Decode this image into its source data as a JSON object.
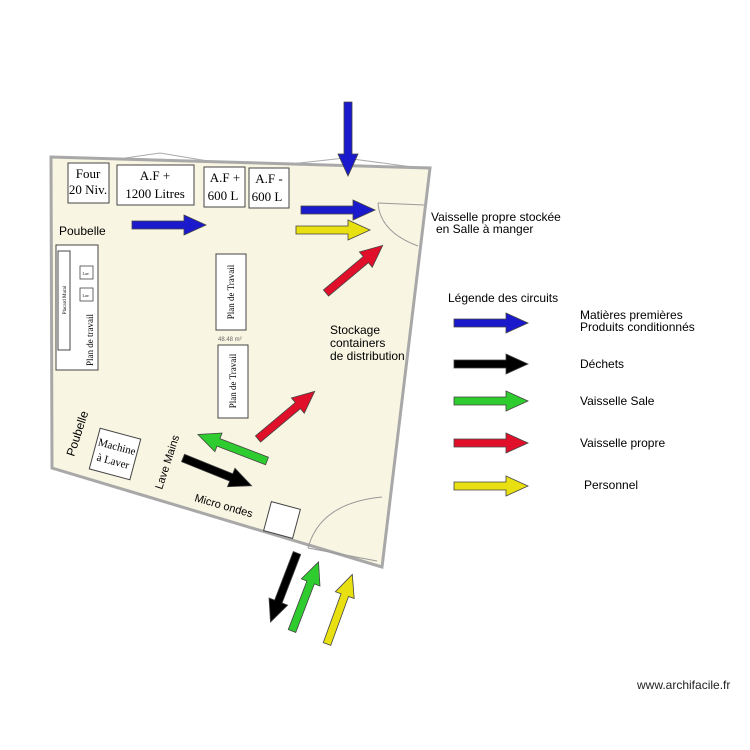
{
  "labels": {
    "four": [
      "Four",
      "20 Niv."
    ],
    "af1200": [
      "A.F +",
      "1200 Litres"
    ],
    "af600a": [
      "A.F +",
      "600 L"
    ],
    "af600b": [
      "A.F -",
      "600 L"
    ],
    "poubelle_top": "Poubelle",
    "placard": "Placard Mural",
    "plan_de_travail_left": "Plan de travail",
    "lave_small": "Lav.",
    "plan_de_travail_1": "Plan de Travail",
    "plan_de_travail_2": "Plan de Travail",
    "surface": "48.48 m²",
    "stockage": [
      "Stockage",
      "containers",
      "de distribution"
    ],
    "poubelle_bottom": "Poubelle",
    "machine": [
      "Machine",
      "à Laver"
    ],
    "lave_mains": "Lave Mains",
    "micro_ondes": "Micro ondes",
    "vaisselle_stockee": [
      "Vaisselle propre stockée",
      "en Salle à manger"
    ]
  },
  "legend": {
    "title": "Légende des circuits",
    "items": [
      {
        "label": [
          "Matières premières",
          "Produits conditionnés"
        ],
        "color": "#1a1acc"
      },
      {
        "label": [
          "Déchets"
        ],
        "color": "#000000"
      },
      {
        "label": [
          "Vaisselle Sale"
        ],
        "color": "#2ecc2e"
      },
      {
        "label": [
          "Vaisselle propre"
        ],
        "color": "#e0102a"
      },
      {
        "label": [
          "Personnel"
        ],
        "color": "#e8e010"
      }
    ]
  },
  "colors": {
    "floor": "#f8f5e2",
    "wall": "#a8a8a8",
    "blue": "#1a1acc",
    "black": "#000000",
    "green": "#2ecc2e",
    "red": "#e0102a",
    "yellow": "#e8e010"
  },
  "watermark": "www.archifacile.fr"
}
